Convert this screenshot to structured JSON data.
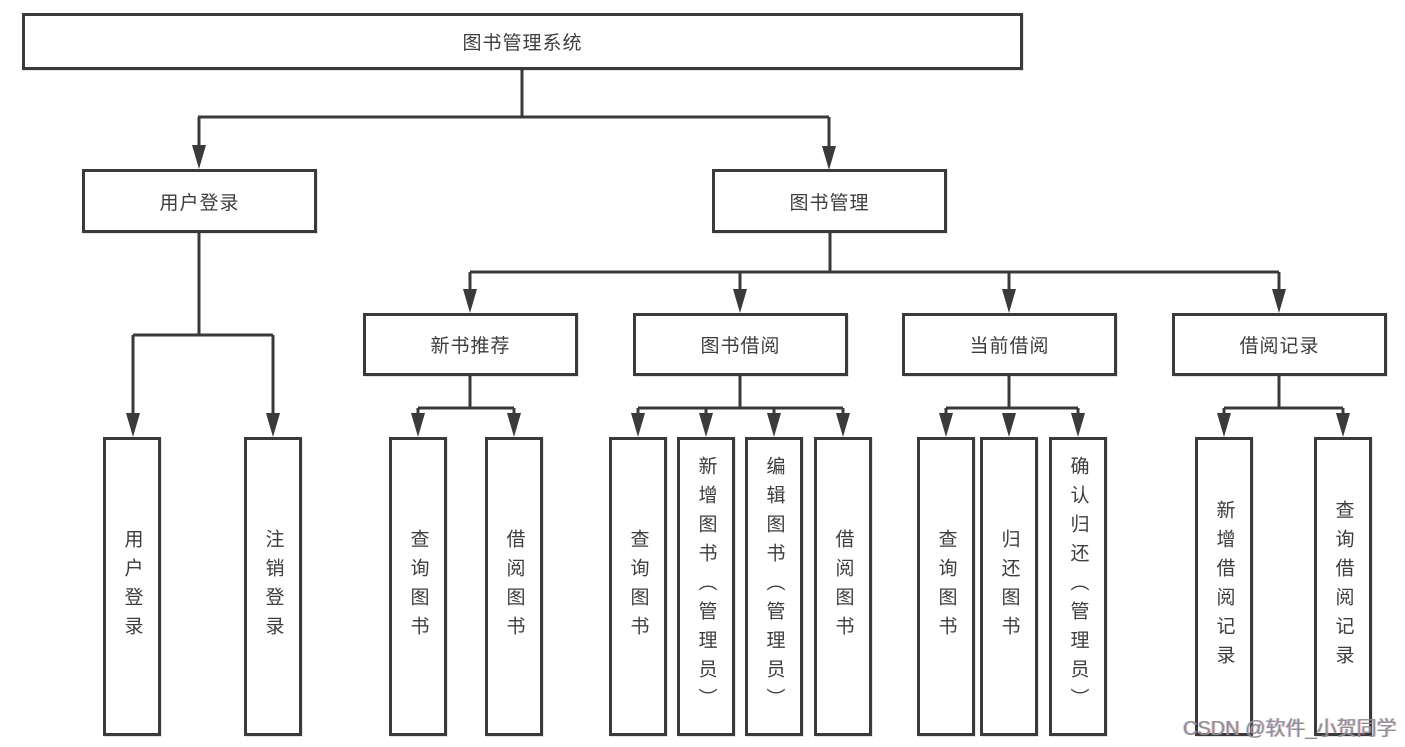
{
  "tree": {
    "root": "图书管理系统",
    "branches": [
      {
        "label": "用户登录",
        "children": [
          "用户登录",
          "注销登录"
        ]
      },
      {
        "label": "图书管理",
        "sections": [
          {
            "label": "新书推荐",
            "children": [
              "查询图书",
              "借阅图书"
            ]
          },
          {
            "label": "图书借阅",
            "children": [
              "查询图书",
              "新增图书（管理员）",
              "编辑图书（管理员）",
              "借阅图书"
            ]
          },
          {
            "label": "当前借阅",
            "children": [
              "查询图书",
              "归还图书",
              "确认归还（管理员）"
            ]
          },
          {
            "label": "借阅记录",
            "children": [
              "新增借阅记录",
              "查询借阅记录"
            ]
          }
        ]
      }
    ]
  },
  "watermark": {
    "text": "CSDN @软件_小贺同学"
  },
  "colors": {
    "line": "#3a3a3a",
    "box_border": "#3a3a3a",
    "text": "#3d3d3d",
    "watermark": "#8f8f8f",
    "background": "#ffffff"
  }
}
